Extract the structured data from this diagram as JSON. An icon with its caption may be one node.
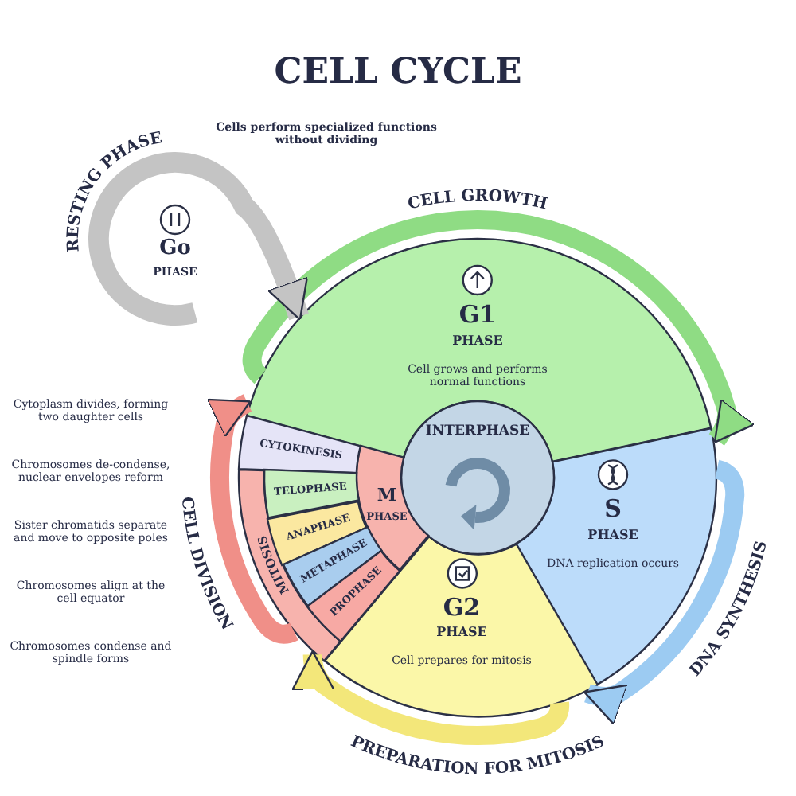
{
  "diagram": {
    "title": "CELL CYCLE",
    "nodes": [
      {
        "text": [
          "G1",
          "PHASE",
          "Cell grows and performs normal functions"
        ]
      },
      {
        "text": [
          "S",
          "PHASE",
          "DNA replication occurs"
        ]
      },
      {
        "text": [
          "G2",
          "PHASE",
          "Cell prepares for mitosis"
        ]
      },
      {
        "text": [
          "INTERPHASE"
        ]
      },
      {
        "text": [
          "M",
          "PHASE"
        ]
      },
      {
        "text": [
          "MITOSIS"
        ]
      },
      {
        "text": [
          "CYTOKINESIS"
        ]
      },
      {
        "text": [
          "TELOPHASE"
        ]
      },
      {
        "text": [
          "ANAPHASE"
        ]
      },
      {
        "text": [
          "METAPHASE"
        ]
      },
      {
        "text": [
          "PROPHASE"
        ]
      },
      {
        "text": [
          "Go",
          "PHASE"
        ]
      }
    ],
    "edges": [
      {
        "from": 0,
        "to": 1,
        "arrow": "to",
        "label": "CELL GROWTH",
        "color": "#8fdc84"
      },
      {
        "from": 1,
        "to": 2,
        "arrow": "to",
        "label": "DNA SYNTHESIS",
        "color": "#9ccbf2"
      },
      {
        "from": 2,
        "to": 5,
        "arrow": "to",
        "label": "PREPARATION FOR MITOSIS",
        "color": "#f3e77a"
      },
      {
        "from": 5,
        "to": 0,
        "arrow": "to",
        "label": "CELL DIVISION",
        "color": "#f08f88"
      },
      {
        "from": null,
        "to": 0,
        "arrow": "to",
        "label": "RESTING PHASE",
        "color": "#c4c4c4"
      }
    ],
    "labels": [
      "Cells perform specialized functions without dividing",
      "Cytoplasm divides, forming two daughter cells",
      "Chromosomes de-condense, nuclear envelopes reform",
      "Sister chromatids separate and move to opposite poles",
      "Chromosomes align at the cell equator",
      "Chromosomes condense and spindle forms"
    ]
  }
}
